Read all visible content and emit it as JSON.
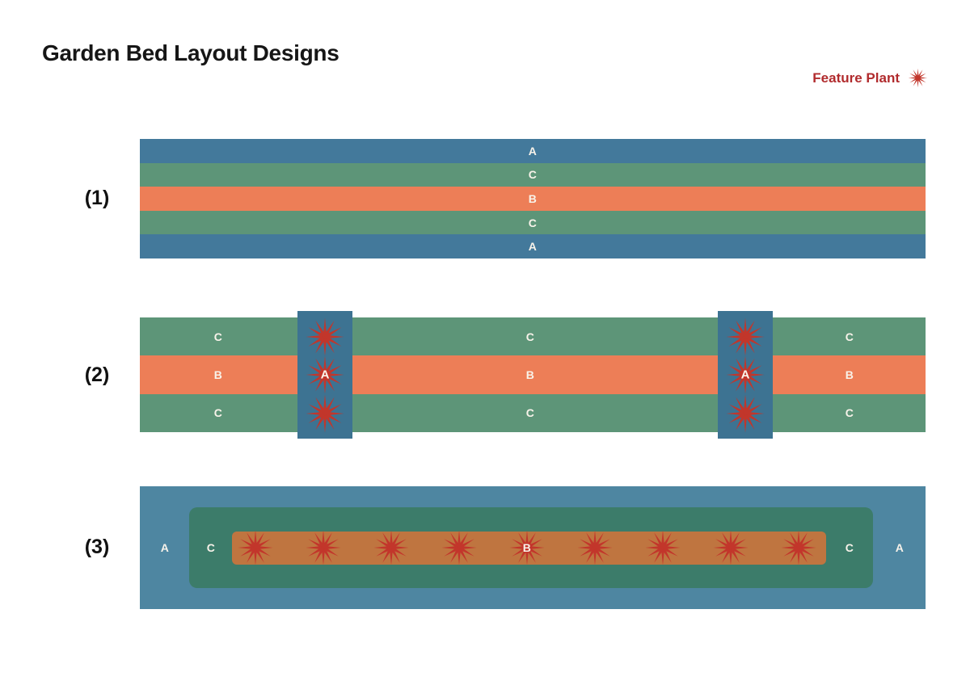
{
  "title": "Garden Bed Layout Designs",
  "legend": {
    "label": "Feature Plant",
    "icon": "feature-plant-starburst"
  },
  "colors": {
    "plant_a_blue": "#43799b",
    "plant_b_orange": "#ed7e57",
    "plant_c_green": "#5d9578",
    "feature_column_blue": "#3d7392",
    "design3_outer_blue": "#4e86a1",
    "design3_green": "#3c7c6a",
    "design3_orange": "#bf7540",
    "feature_plant_red": "#c2362b",
    "legend_text_red": "#b12b2d"
  },
  "designs": [
    {
      "label": "(1)",
      "rows": [
        {
          "plant": "A"
        },
        {
          "plant": "C"
        },
        {
          "plant": "B"
        },
        {
          "plant": "C"
        },
        {
          "plant": "A"
        }
      ]
    },
    {
      "label": "(2)",
      "segments": [
        {
          "rows": [
            "C",
            "B",
            "C"
          ]
        },
        {
          "rows": [
            "C",
            "B",
            "C"
          ]
        },
        {
          "rows": [
            "C",
            "B",
            "C"
          ]
        }
      ],
      "feature_column_label": "A",
      "feature_columns": 2,
      "feature_plants_per_column": 3
    },
    {
      "label": "(3)",
      "outer_plant": "A",
      "middle_plant": "C",
      "inner_plant": "B",
      "feature_plants": 9
    }
  ]
}
